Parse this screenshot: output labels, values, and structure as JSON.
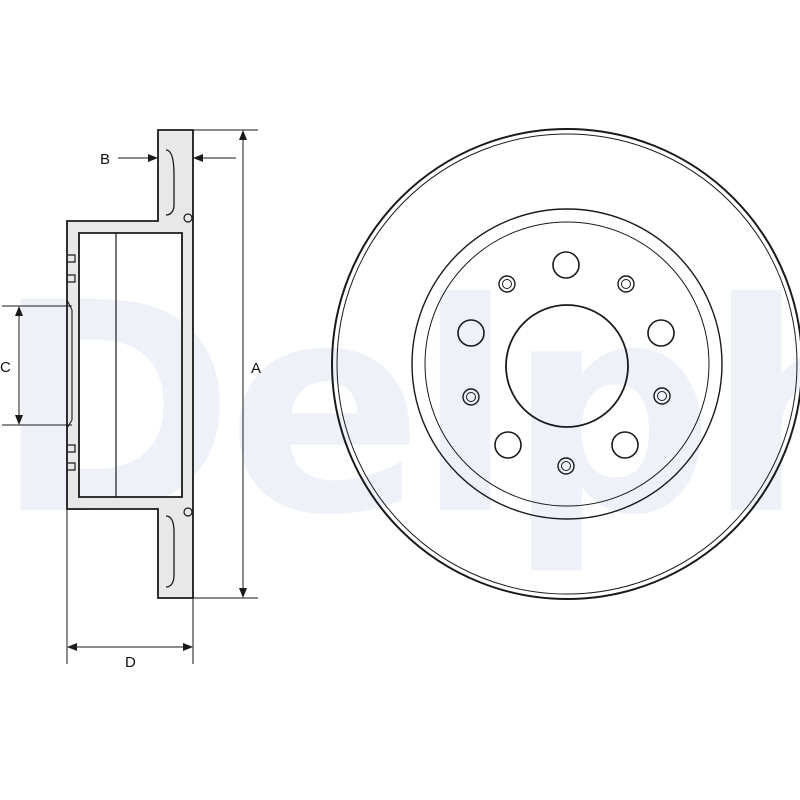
{
  "watermark": {
    "brand": "Delphi"
  },
  "dimensions": {
    "a": "A",
    "b": "B",
    "c": "C",
    "d": "D"
  },
  "colors": {
    "line": "#1a1a1a",
    "section_fill": "#e8e8e8",
    "watermark": "#eef2f8",
    "background": "#ffffff"
  }
}
